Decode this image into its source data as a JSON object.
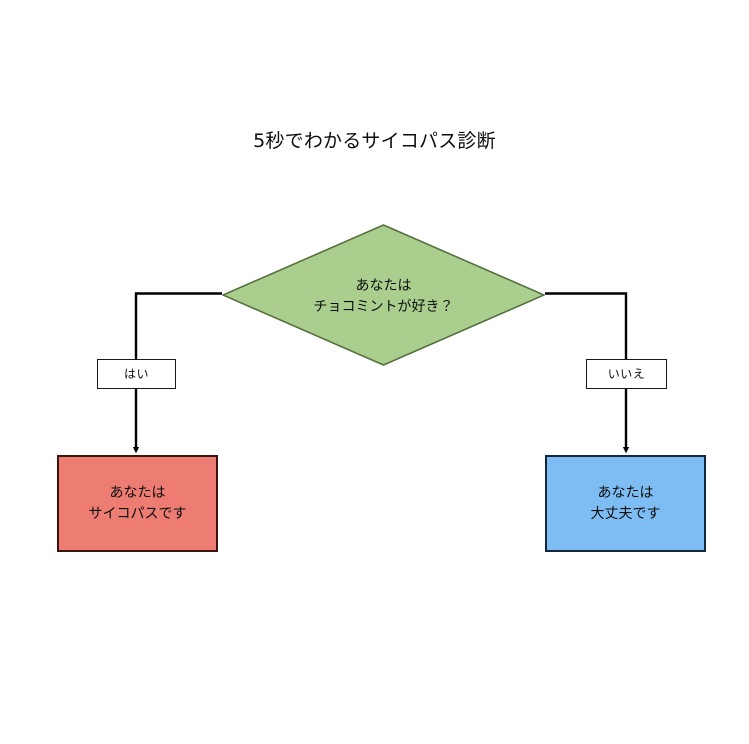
{
  "diagram": {
    "title": "5秒でわかるサイコパス診断",
    "background_color": "#ffffff",
    "nodes": {
      "decision": {
        "shape": "diamond",
        "line1": "あなたは",
        "line2": "チョコミントが好き？",
        "fill_color": "#a9ce8e",
        "border_color": "#56703f"
      },
      "result_yes": {
        "shape": "rectangle",
        "line1": "あなたは",
        "line2": "サイコパスです",
        "fill_color": "#ed7c72",
        "border_color": "#3a1512"
      },
      "result_no": {
        "shape": "rectangle",
        "line1": "あなたは",
        "line2": "大丈夫です",
        "fill_color": "#7dbdf3",
        "border_color": "#14273a"
      }
    },
    "edges": {
      "yes_label": "はい",
      "no_label": "いいえ",
      "line_color": "#000000"
    }
  }
}
